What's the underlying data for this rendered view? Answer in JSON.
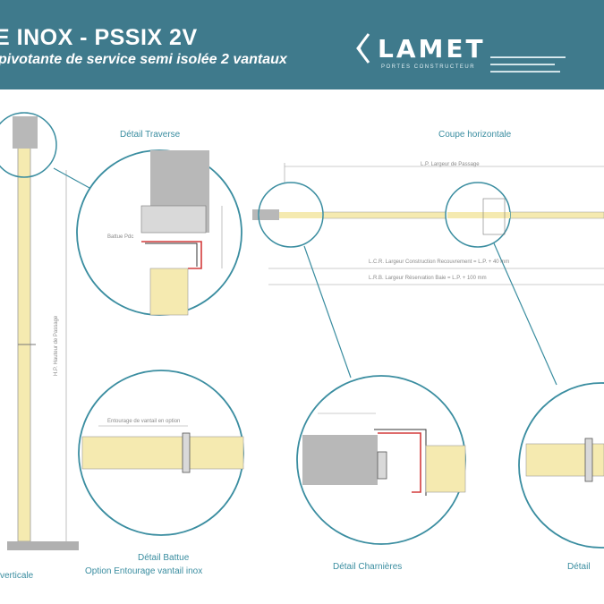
{
  "header": {
    "title": "E INOX - PSSIX 2V",
    "subtitle": "pivotante de service semi isolée 2 vantaux",
    "brand": "LAMET",
    "brand_sub": "PORTES CONSTRUCTEUR"
  },
  "labels": {
    "detail_traverse": "Détail Traverse",
    "coupe_horizontale": "Coupe horizontale",
    "detail_battue": "Détail Battue",
    "option_entourage": "Option Entourage vantail inox",
    "detail_charnieres": "Détail Charnières",
    "detail_right": "Détail",
    "verticale": "verticale"
  },
  "dimensions": {
    "lp": "L.P. Largeur de Passage",
    "lcr": "L.C.R. Largeur Construction Recouvrement = L.P. + 40 mm",
    "lrb": "L.R.B. Largeur Réservation Baie = L.P. + 100 mm",
    "hp": "H.P. Hauteur de Passage",
    "battue": "Battue Pdc",
    "joint": "Entourage de vantail en option"
  },
  "colors": {
    "header": "#3f7a8c",
    "panel": "#f5eab0",
    "concrete": "#b8b8b8",
    "line": "#3a8da0",
    "red": "#d43b3b"
  }
}
